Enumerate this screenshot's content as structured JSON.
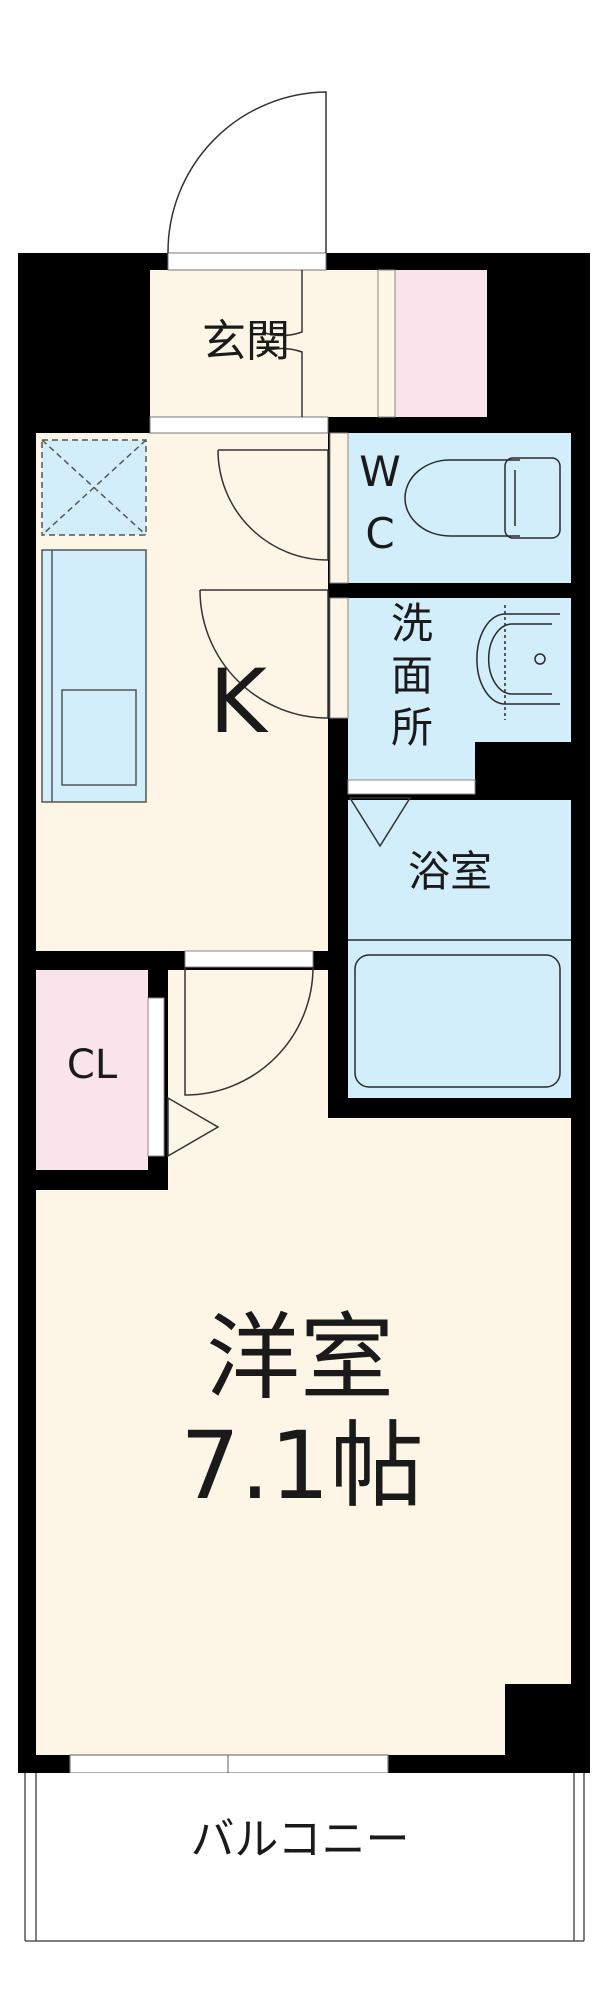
{
  "rooms": {
    "entrance": "玄関",
    "wc_top": "W",
    "wc_bottom": "C",
    "kitchen": "K",
    "washroom_1": "洗",
    "washroom_2": "面",
    "washroom_3": "所",
    "bathroom": "浴室",
    "closet": "CL",
    "western_room": "洋室",
    "western_room_size": "7.1帖",
    "balcony": "バルコニー"
  },
  "colors": {
    "wall": "#000000",
    "floor": "#fdf6e6",
    "wet_area": "#d2eefb",
    "storage": "#fbe3ec",
    "fixture_stroke": "#2a2a2a"
  }
}
